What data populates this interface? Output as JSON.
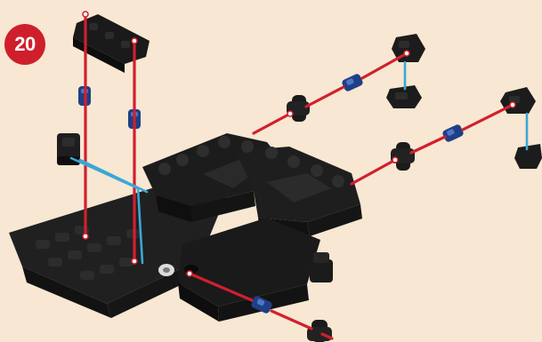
{
  "step": {
    "number": "20"
  },
  "colors": {
    "background": "#f8e7d2",
    "badge": "#cf1f2c",
    "guide_line_red": "#d0202e",
    "guide_line_blue": "#3aa7d6",
    "part_black": "#1b1b1b",
    "connector_blue": "#2f55a0"
  },
  "illustration": {
    "type": "assembly-exploded-view",
    "parts": [
      "black-base-plate",
      "black-beam",
      "black-corner-block",
      "blue-connector-pegs",
      "black-axle-caps",
      "black-bushings"
    ]
  }
}
